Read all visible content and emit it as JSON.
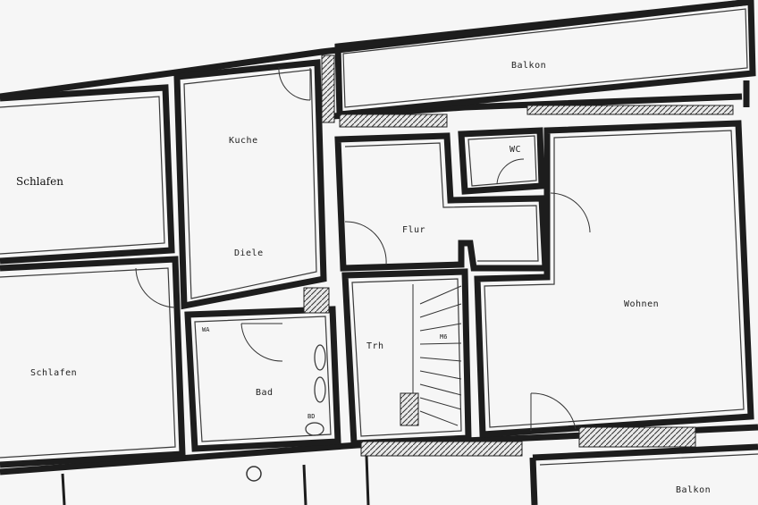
{
  "rooms": {
    "schlafen_top": "Schlafen",
    "kuche": "Kuche",
    "diele": "Diele",
    "balkon_top": "Balkon",
    "wc": "WC",
    "flur": "Flur",
    "wohnen": "Wohnen",
    "schlafen_bottom": "Schlafen",
    "bad": "Bad",
    "trh": "Trh",
    "balkon_bottom": "Balkon"
  },
  "small_marks": {
    "wm": "WA",
    "stair_mark": "M6",
    "bd": "BD"
  },
  "colors": {
    "wall": "#1d1d1d",
    "paper": "#f6f6f6"
  }
}
